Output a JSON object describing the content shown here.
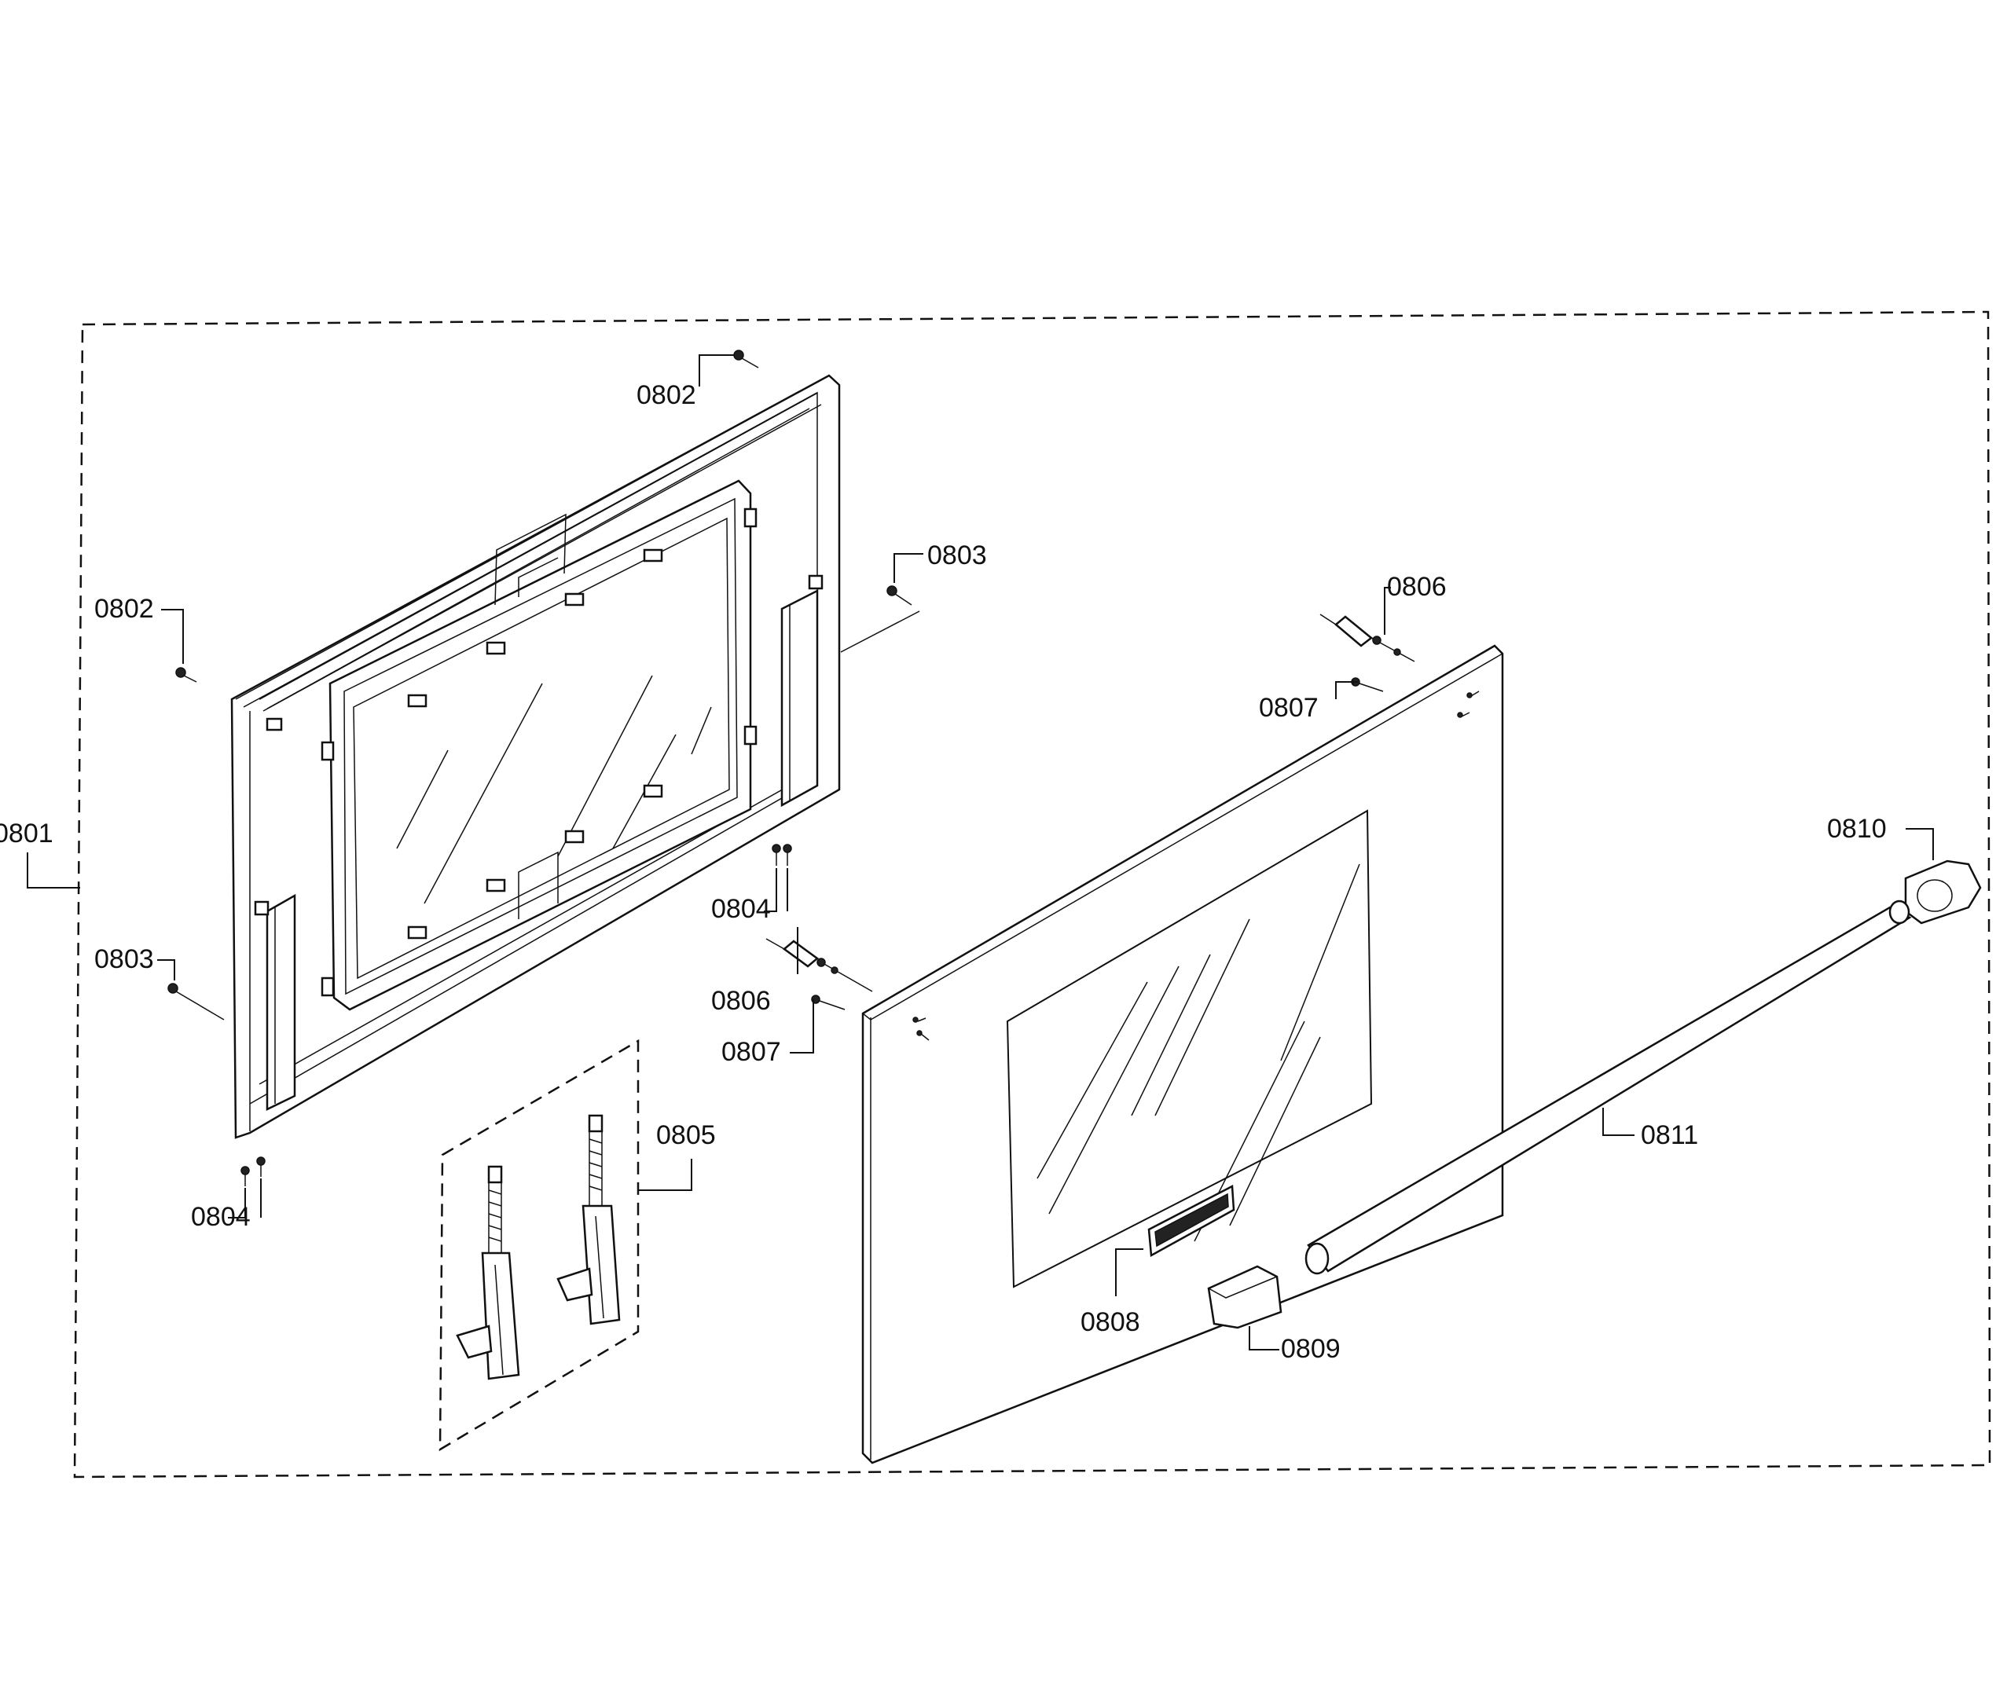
{
  "callouts": {
    "c0801": "0801",
    "c0802a": "0802",
    "c0802b": "0802",
    "c0803a": "0803",
    "c0803b": "0803",
    "c0804a": "0804",
    "c0804b": "0804",
    "c0805": "0805",
    "c0806a": "0806",
    "c0806b": "0806",
    "c0807a": "0807",
    "c0807b": "0807",
    "c0808": "0808",
    "c0809": "0809",
    "c0810": "0810",
    "c0811": "0811"
  },
  "colors": {
    "ink": "#111111",
    "paper": "#ffffff"
  }
}
